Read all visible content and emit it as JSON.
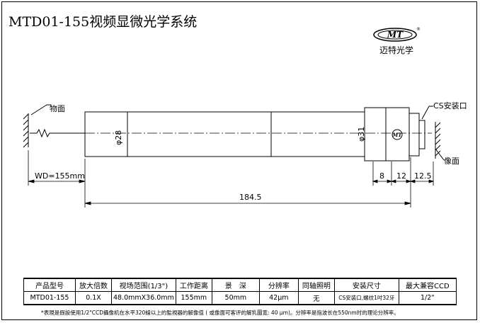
{
  "title": "MTD01-155视频显微光学系统",
  "company": {
    "logo_text": "MT",
    "name": "迈特光学"
  },
  "drawing": {
    "object_plane_label": "物面",
    "image_plane_label": "像面",
    "cs_mount_label": "CS安装口",
    "wd_label": "WD=155mm",
    "diameter_28": "φ28",
    "diameter_31": "φ31",
    "dim_8": "8",
    "dim_12": "12",
    "dim_12_5": "12.5",
    "total_length": "184.5",
    "lens_mark": "MT"
  },
  "table": {
    "headers": [
      "产品型号",
      "放大倍数",
      "视场范围(1/3\")",
      "工作距离",
      "景　深",
      "分辨率",
      "同轴照明",
      "安装尺寸",
      "最大兼容CCD"
    ],
    "values": [
      "MTD01-155",
      "0.1X",
      "48.0mmX36.0mm",
      "155mm",
      "50mm",
      "42μm",
      "无",
      "CS安装口,螺纹1吋32牙",
      "1/2\""
    ]
  },
  "footnote": "*表現是假設使用1/2\"CCD攝像机在水平320線以上的監視器的解像值 ( 或像面可客评的解乳圖宽: 40 μm)。分辨率是指波长在550nm时的理论分辨率。"
}
